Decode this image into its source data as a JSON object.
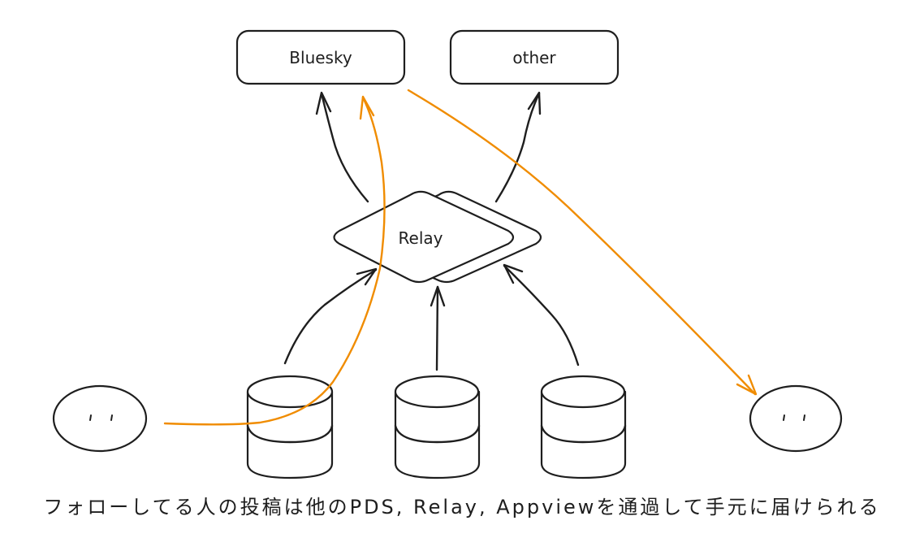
{
  "diagram": {
    "nodes": {
      "bluesky": {
        "label": "Bluesky",
        "shape": "rounded-rectangle"
      },
      "other": {
        "label": "other",
        "shape": "rounded-rectangle"
      },
      "relay": {
        "label": "Relay",
        "shape": "diamond-stack"
      },
      "pds": [
        {
          "label": "",
          "shape": "database-cylinder"
        },
        {
          "label": "",
          "shape": "database-cylinder"
        },
        {
          "label": "",
          "shape": "database-cylinder"
        }
      ],
      "users": [
        {
          "label": "",
          "shape": "face-ellipse",
          "role": "poster"
        },
        {
          "label": "",
          "shape": "face-ellipse",
          "role": "follower"
        }
      ]
    },
    "edges": [
      {
        "from": "pds-1",
        "to": "relay",
        "color": "black"
      },
      {
        "from": "pds-2",
        "to": "relay",
        "color": "black"
      },
      {
        "from": "pds-3",
        "to": "relay",
        "color": "black"
      },
      {
        "from": "relay",
        "to": "bluesky",
        "color": "black"
      },
      {
        "from": "relay",
        "to": "other",
        "color": "black"
      },
      {
        "from": "user-left",
        "to": "bluesky",
        "via": [
          "pds-1",
          "relay"
        ],
        "color": "orange"
      },
      {
        "from": "bluesky",
        "to": "user-right",
        "color": "orange"
      }
    ],
    "colors": {
      "stroke": "#1e1e1e",
      "highlight": "#f08c00",
      "background": "#ffffff"
    },
    "caption": "フォローしてる人の投稿は他のPDS, Relay, Appviewを通過して手元に届けられる"
  }
}
